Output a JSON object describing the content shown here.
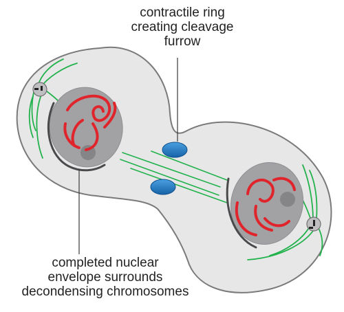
{
  "labels": {
    "contractile_ring": [
      "contractile ring",
      "creating cleavage",
      "furrow"
    ],
    "nuclear_envelope": [
      "completed nuclear",
      "envelope surrounds",
      "decondensing chromosomes"
    ]
  },
  "colors": {
    "cell_fill": "#e7e7e8",
    "cell_outline": "#7a7a7c",
    "nucleus_fill": "#a2a2a4",
    "nucleolus": "#858587",
    "chromosome": "#e0242c",
    "microtubule": "#22b24c",
    "ring": "#1e7cc4",
    "envelope": "#4a4a4c",
    "leader_line": "#3a3a3a"
  },
  "icons": [
    "centrosome-icon"
  ]
}
